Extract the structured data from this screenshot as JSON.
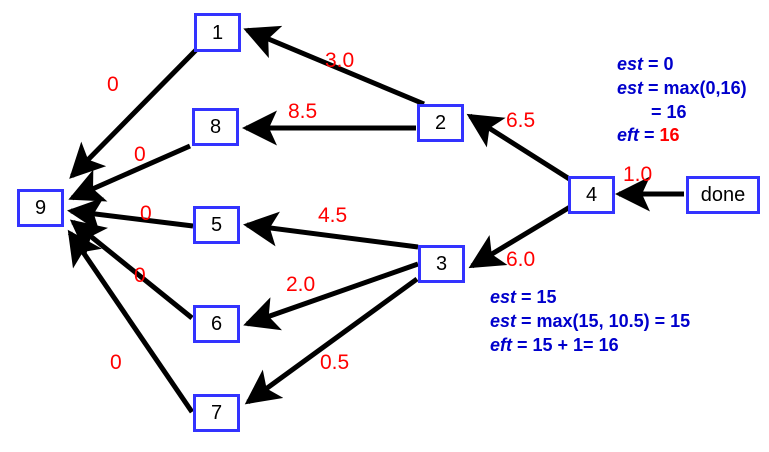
{
  "diagram": {
    "title": "Task dependency graph with est/eft annotations",
    "colors": {
      "node_border": "#3333ff",
      "node_text": "#000000",
      "edge": "#000000",
      "edge_label": "#ff0000",
      "annotation": "#0000cc",
      "highlight": "#ff0000",
      "background": "#ffffff"
    },
    "nodes": [
      {
        "id": "n1",
        "label": "1"
      },
      {
        "id": "n2",
        "label": "2"
      },
      {
        "id": "n3",
        "label": "3"
      },
      {
        "id": "n4",
        "label": "4"
      },
      {
        "id": "n5",
        "label": "5"
      },
      {
        "id": "n6",
        "label": "6"
      },
      {
        "id": "n7",
        "label": "7"
      },
      {
        "id": "n8",
        "label": "8"
      },
      {
        "id": "n9",
        "label": "9"
      },
      {
        "id": "ndone",
        "label": "done"
      }
    ],
    "edges": [
      {
        "from": "1",
        "to": "9",
        "weight": "0"
      },
      {
        "from": "8",
        "to": "9",
        "weight": "0"
      },
      {
        "from": "5",
        "to": "9",
        "weight": "0"
      },
      {
        "from": "6",
        "to": "9",
        "weight": "0"
      },
      {
        "from": "7",
        "to": "9",
        "weight": "0"
      },
      {
        "from": "2",
        "to": "1",
        "weight": "3.0"
      },
      {
        "from": "2",
        "to": "8",
        "weight": "8.5"
      },
      {
        "from": "3",
        "to": "5",
        "weight": "4.5"
      },
      {
        "from": "3",
        "to": "6",
        "weight": "2.0"
      },
      {
        "from": "3",
        "to": "7",
        "weight": "0.5"
      },
      {
        "from": "4",
        "to": "2",
        "weight": "6.5"
      },
      {
        "from": "4",
        "to": "3",
        "weight": "6.0"
      },
      {
        "from": "done",
        "to": "4",
        "weight": "1.0"
      }
    ],
    "annotations": {
      "top_right": {
        "line1_kw": "est",
        "line1_val": " = 0",
        "line2_kw": "est",
        "line2_val": " = max(0,16)",
        "line3_val": "= 16",
        "line4_kw": "eft",
        "line4_eq": " = ",
        "line4_highlight": "16"
      },
      "bottom_right": {
        "line1_kw": "est",
        "line1_val": " = 15",
        "line2_kw": "est",
        "line2_val": " = max(15, 10.5) = 15",
        "line3_kw": "eft",
        "line3_val": " = 15 + 1= 16"
      }
    }
  }
}
